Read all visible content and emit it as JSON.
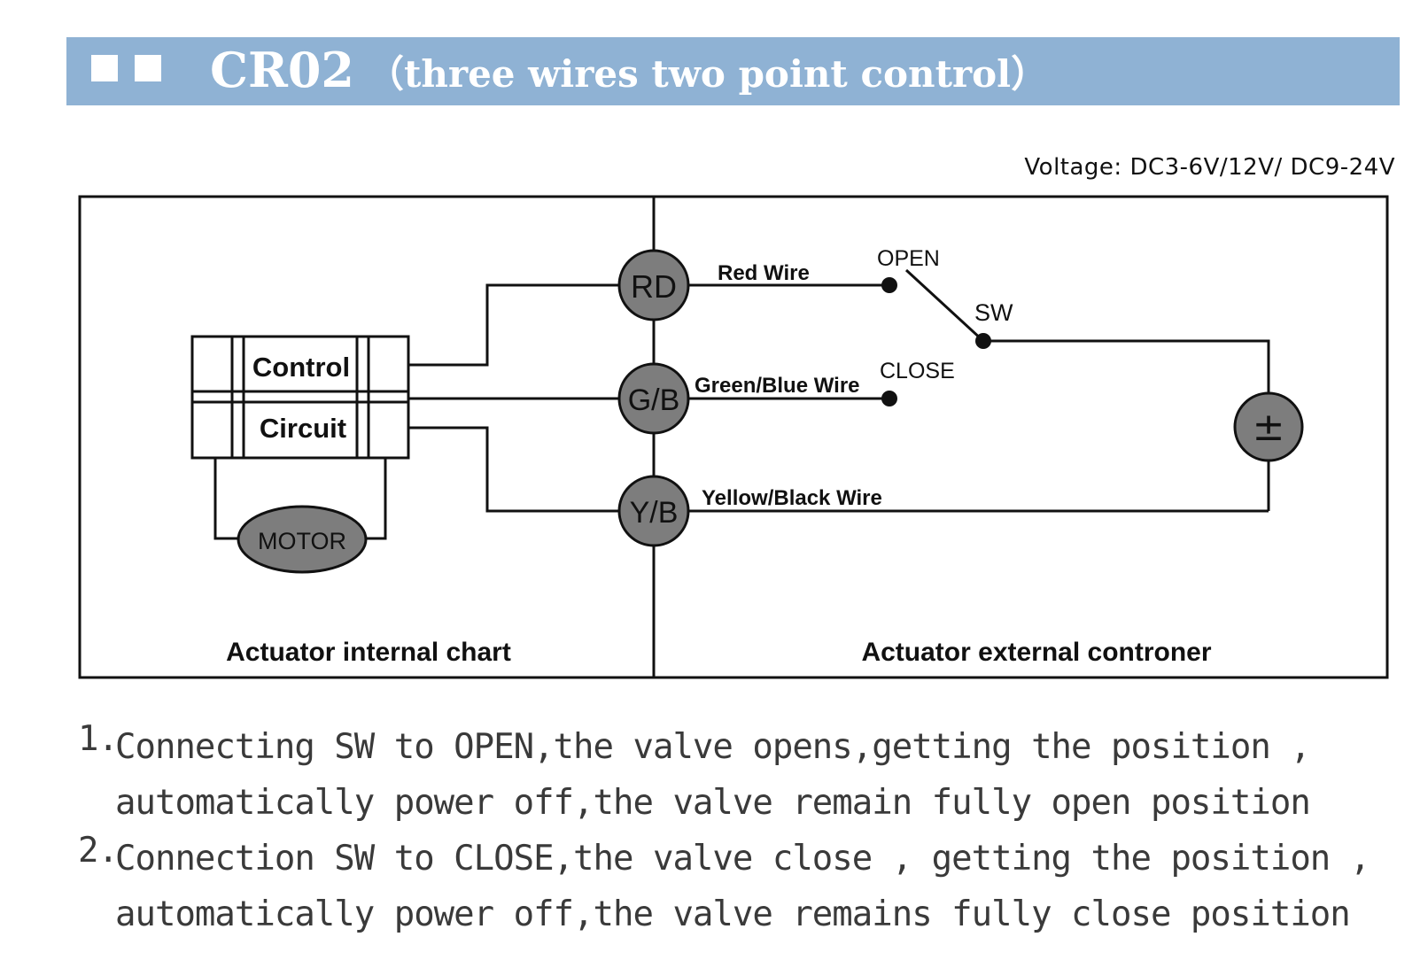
{
  "header": {
    "title": "CR02",
    "subtitle": "（three wires two point control）",
    "bar_color": "#8fb2d4"
  },
  "voltage_label": "Voltage:  DC3-6V/12V/ DC9-24V",
  "diagram": {
    "control_label": "Control",
    "circuit_label": "Circuit",
    "motor_label": "MOTOR",
    "terminals": [
      {
        "label": "RD",
        "wire": "Red Wire"
      },
      {
        "label": "G/B",
        "wire": "Green/Blue Wire"
      },
      {
        "label": "Y/B",
        "wire": "Yellow/Black Wire"
      }
    ],
    "switch": {
      "open_label": "OPEN",
      "close_label": "CLOSE",
      "sw_label": "SW"
    },
    "power_symbol": "±",
    "left_panel_label": "Actuator internal chart",
    "right_panel_label": "Actuator external controner"
  },
  "notes": [
    {
      "number": "1.",
      "lines": [
        "Connecting SW to OPEN,the valve opens,getting the position ,",
        "automatically power off,the valve remain fully open position"
      ]
    },
    {
      "number": "2.",
      "lines": [
        "Connection SW to CLOSE,the valve close , getting the position ,",
        "automatically power off,the valve remains fully close position"
      ]
    }
  ]
}
